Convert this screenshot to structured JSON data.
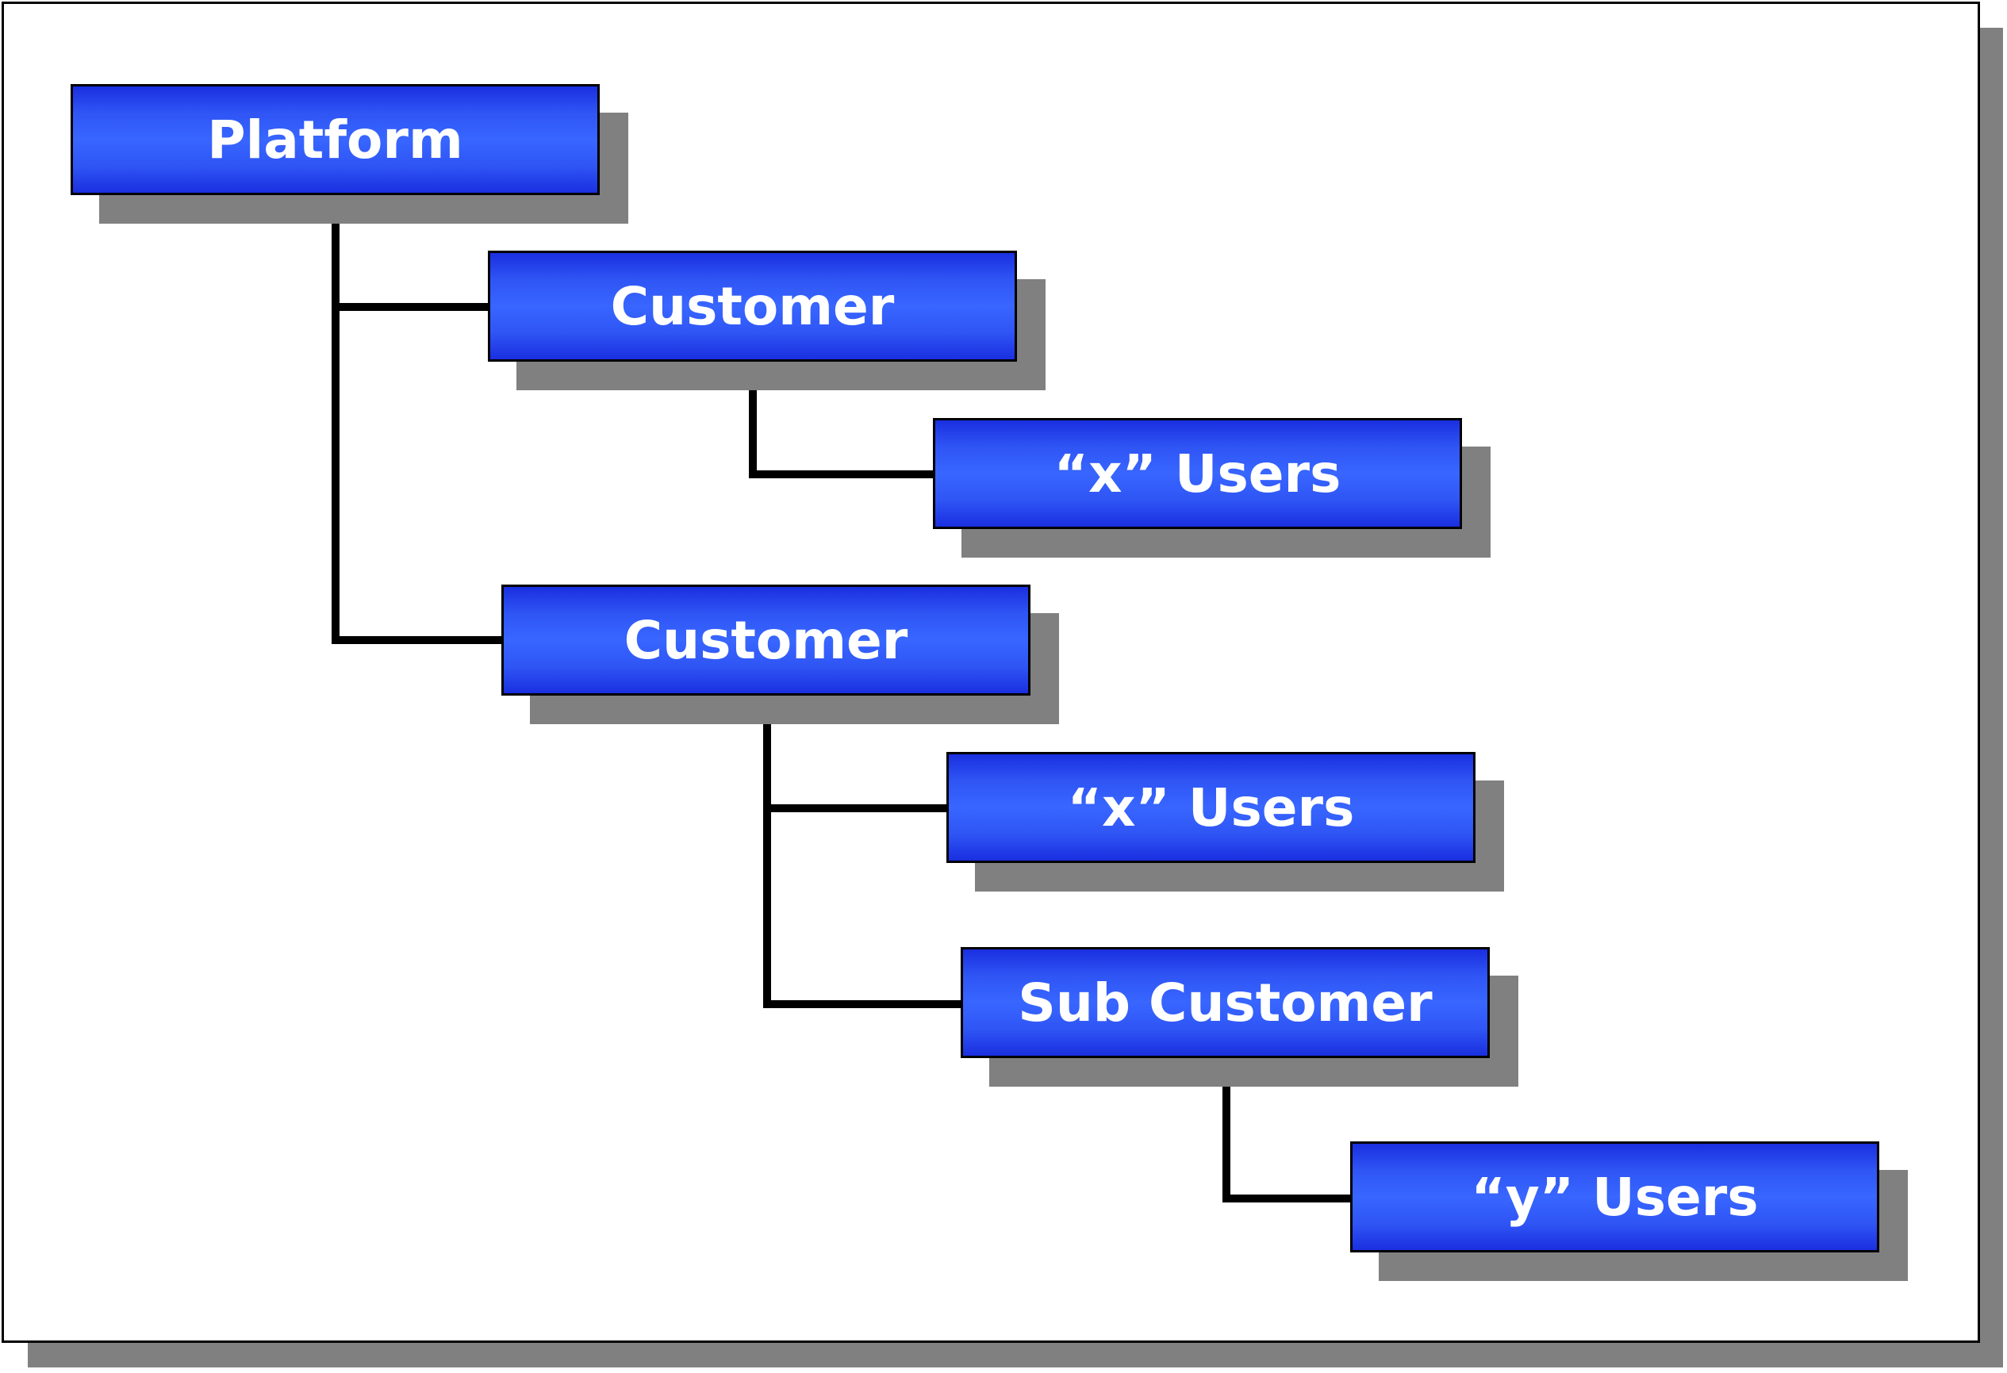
{
  "colors": {
    "node_fill": "#3866ff",
    "node_edge": "#1a2fe0",
    "border": "#000000",
    "shadow": "#808080",
    "text": "#ffffff"
  },
  "nodes": {
    "platform": {
      "label": "Platform"
    },
    "customer_1": {
      "label": "Customer"
    },
    "x_users_1": {
      "label": "“x” Users"
    },
    "customer_2": {
      "label": "Customer"
    },
    "x_users_2": {
      "label": "“x” Users"
    },
    "sub_customer": {
      "label": "Sub Customer"
    },
    "y_users": {
      "label": "“y” Users"
    }
  },
  "edges": [
    {
      "from": "platform",
      "to": "customer_1"
    },
    {
      "from": "platform",
      "to": "customer_2"
    },
    {
      "from": "customer_1",
      "to": "x_users_1"
    },
    {
      "from": "customer_2",
      "to": "x_users_2"
    },
    {
      "from": "customer_2",
      "to": "sub_customer"
    },
    {
      "from": "sub_customer",
      "to": "y_users"
    }
  ]
}
